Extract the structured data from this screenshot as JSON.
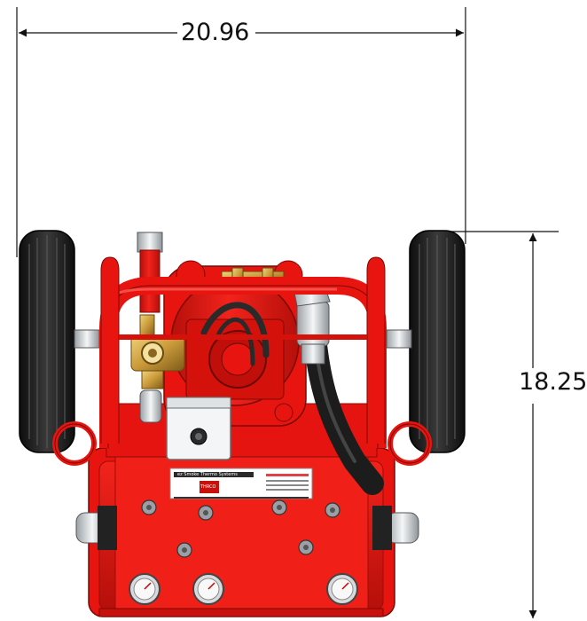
{
  "dimensions": {
    "width": {
      "value": "20.96"
    },
    "height": {
      "value": "18.25"
    }
  },
  "product_label": {
    "title": "ez Smoke Thermo Systems",
    "logo_text": "THRCO"
  },
  "colors": {
    "frame_red": "#e8140f",
    "frame_dark": "#9b0d08",
    "tire": "#1b1b1b",
    "brass": "#c99a3a",
    "hose": "#2a2a2a",
    "steel": "#cfd3d6",
    "dimension_line": "#111111"
  },
  "icons": {
    "gauge": "pressure-gauge-icon",
    "bolt": "hex-bolt-icon"
  }
}
